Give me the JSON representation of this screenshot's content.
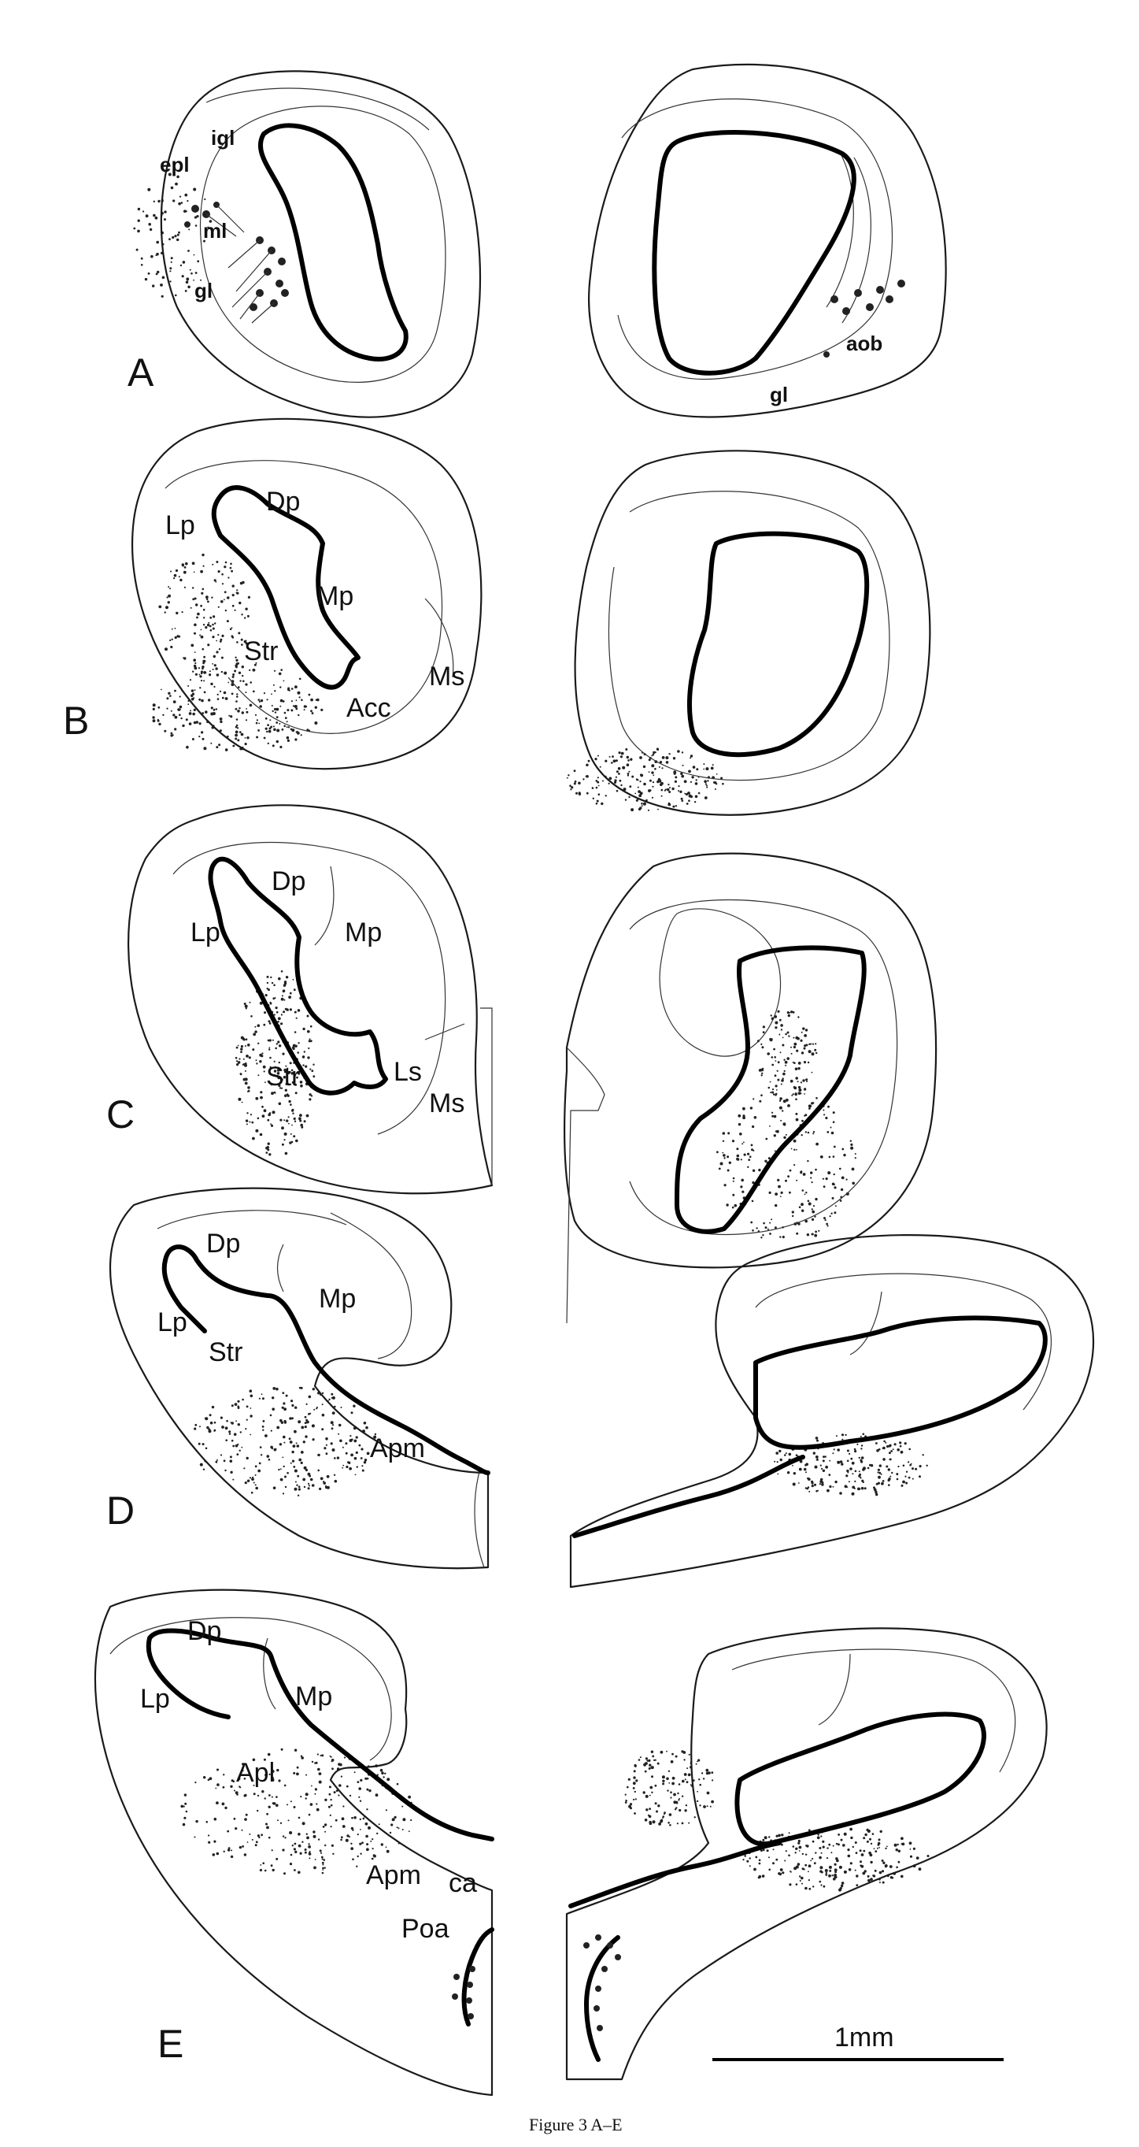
{
  "caption": "Figure 3 A–E",
  "scale_bar": {
    "label": "1mm"
  },
  "panels": [
    {
      "letter": "A",
      "left_labels": [
        "igl",
        "epl",
        "ml",
        "gl"
      ],
      "right_labels": [
        "aob",
        "gl"
      ]
    },
    {
      "letter": "B",
      "labels": [
        "Dp",
        "Lp",
        "Mp",
        "Str",
        "Ms",
        "Acc"
      ]
    },
    {
      "letter": "C",
      "labels": [
        "Dp",
        "Lp",
        "Mp",
        "Str",
        "Ls",
        "Ms"
      ]
    },
    {
      "letter": "D",
      "labels": [
        "Dp",
        "Mp",
        "Lp",
        "Str",
        "Apm"
      ]
    },
    {
      "letter": "E",
      "labels": [
        "Dp",
        "Mp",
        "Lp",
        "Apl",
        "Apm",
        "ca",
        "Poa"
      ]
    }
  ]
}
